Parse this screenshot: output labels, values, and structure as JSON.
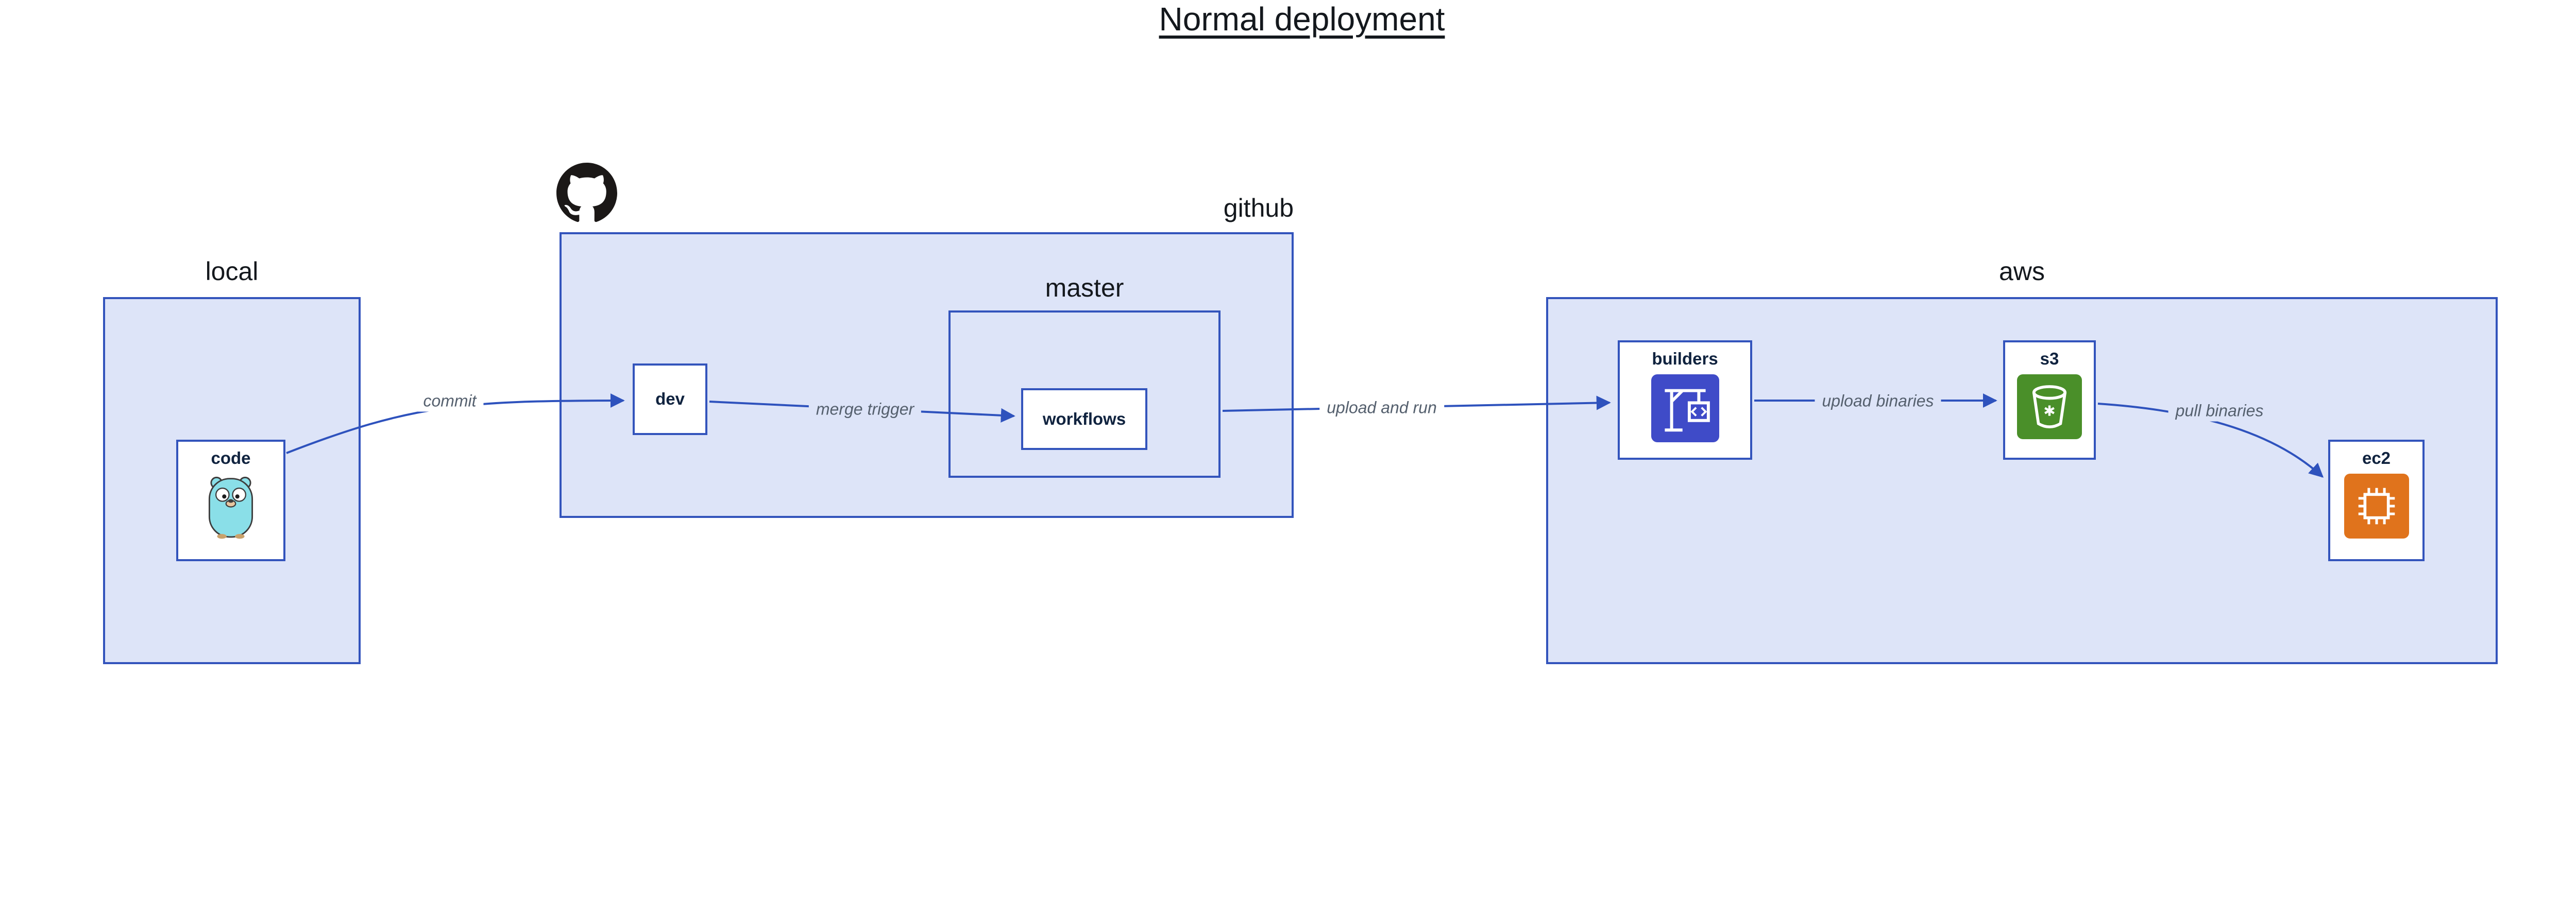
{
  "title": "Normal deployment",
  "diagram": {
    "containers": [
      {
        "id": "local",
        "label": "local"
      },
      {
        "id": "github",
        "label": "github",
        "icon": "github-octocat-icon"
      },
      {
        "id": "master",
        "label": "master",
        "parent": "github"
      },
      {
        "id": "aws",
        "label": "aws"
      }
    ],
    "nodes": [
      {
        "id": "code",
        "label": "code",
        "container": "local",
        "icon": "go-gopher-icon"
      },
      {
        "id": "dev",
        "label": "dev",
        "container": "github"
      },
      {
        "id": "workflows",
        "label": "workflows",
        "container": "master"
      },
      {
        "id": "builders",
        "label": "builders",
        "container": "aws",
        "icon": "codebuild-crane-icon"
      },
      {
        "id": "s3",
        "label": "s3",
        "container": "aws",
        "icon": "s3-bucket-icon"
      },
      {
        "id": "ec2",
        "label": "ec2",
        "container": "aws",
        "icon": "ec2-chip-icon"
      }
    ],
    "edges": [
      {
        "from": "code",
        "to": "dev",
        "label": "commit"
      },
      {
        "from": "dev",
        "to": "workflows",
        "label": "merge trigger"
      },
      {
        "from": "master",
        "to": "builders",
        "label": "upload and run"
      },
      {
        "from": "builders",
        "to": "s3",
        "label": "upload binaries"
      },
      {
        "from": "s3",
        "to": "ec2",
        "label": "pull binaries"
      }
    ]
  },
  "colors": {
    "panel_fill": "#dde4f8",
    "panel_border": "#3354bc",
    "arrow": "#2e52bd",
    "builders_icon_bg": "#3f4bc8",
    "s3_icon_bg": "#4a8f29",
    "ec2_icon_bg": "#e0731c",
    "gopher_body": "#8adfe8",
    "github_logo": "#1b1817"
  }
}
